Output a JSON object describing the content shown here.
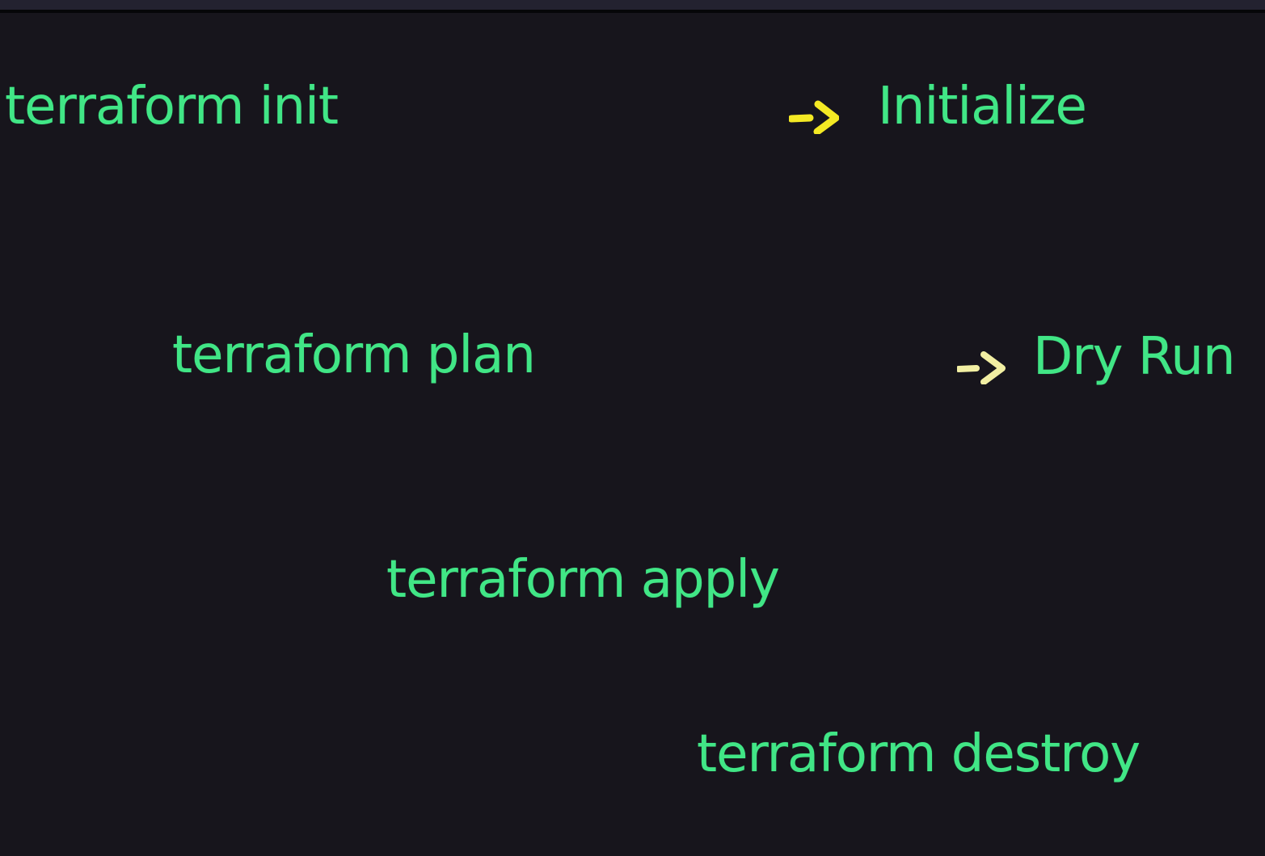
{
  "window": {
    "topbar_color": "#232230",
    "divider_color": "#060608",
    "canvas_color": "#17151c"
  },
  "colors": {
    "text_green": "#41e686",
    "arrow_bright_yellow": "#f4e924",
    "arrow_pale_yellow": "#f2efa3"
  },
  "rows": [
    {
      "command": "terraform init",
      "arrow": "->",
      "label": "Initialize"
    },
    {
      "command": "terraform plan",
      "arrow": "->",
      "label": "Dry Run"
    },
    {
      "command": "terraform apply"
    },
    {
      "command": "terraform destroy"
    }
  ]
}
